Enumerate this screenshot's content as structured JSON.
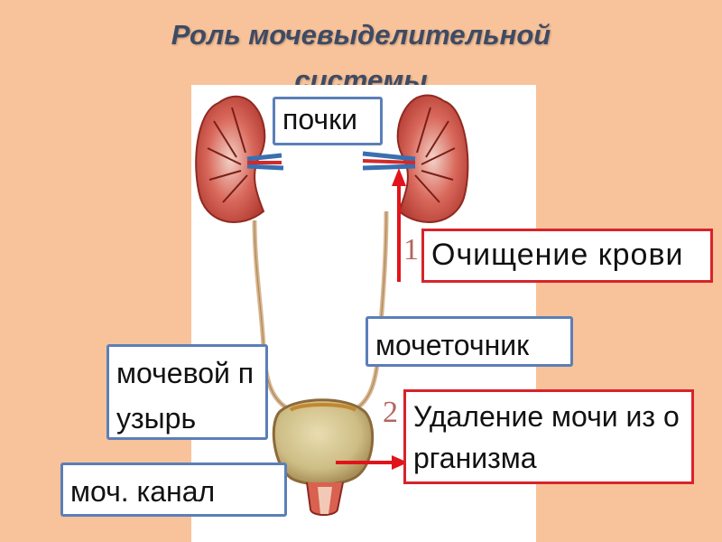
{
  "title": {
    "line1": "Роль мочевыделительной",
    "line2": "системы"
  },
  "labels": {
    "kidneys": "почки",
    "purification": "Очищение крови",
    "ureter": "мочеточник",
    "bladder": "мочевой пузырь",
    "removal": "Удаление мочи из организма",
    "urethra": "моч. канал"
  },
  "steps": {
    "first": "1",
    "second": "2"
  },
  "colors": {
    "background": "#f8c39a",
    "title": "#3f4a63",
    "blue_border": "#5b7fb8",
    "red_border": "#d8232a",
    "arrow": "#e2141b",
    "kidney": "#c8473b",
    "tube": "#d9b48c"
  }
}
